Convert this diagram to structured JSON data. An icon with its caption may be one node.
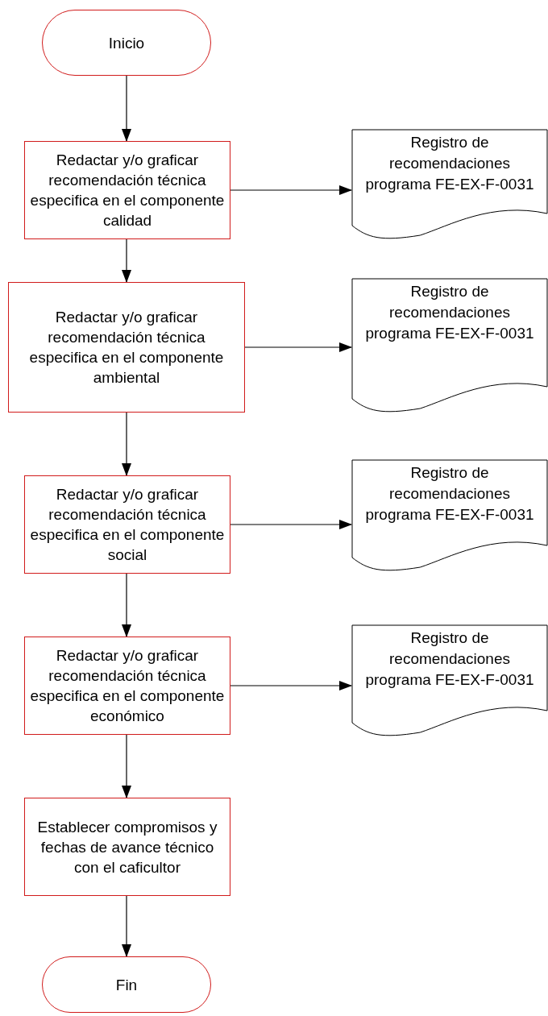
{
  "diagram": {
    "nodes": [
      {
        "text": [
          "Inicio"
        ]
      },
      {
        "text": [
          "Redactar y/o graficar recomendación técnica especifica en el componente calidad"
        ]
      },
      {
        "text": [
          "Registro de recomendaciones programa FE-EX-F-0031"
        ]
      },
      {
        "text": [
          "Redactar y/o graficar recomendación técnica especifica en el componente ambiental"
        ]
      },
      {
        "text": [
          "Registro de recomendaciones programa FE-EX-F-0031"
        ]
      },
      {
        "text": [
          "Redactar y/o graficar recomendación técnica especifica en el componente social"
        ]
      },
      {
        "text": [
          "Registro de recomendaciones programa FE-EX-F-0031"
        ]
      },
      {
        "text": [
          "Redactar y/o graficar recomendación técnica especifica en el componente económico"
        ]
      },
      {
        "text": [
          "Registro de recomendaciones programa FE-EX-F-0031"
        ]
      },
      {
        "text": [
          "Establecer compromisos y fechas de avance técnico con el caficultor"
        ]
      },
      {
        "text": [
          "Fin"
        ]
      }
    ],
    "edges": [
      {
        "from": 0,
        "to": 1,
        "arrow": "to"
      },
      {
        "from": 1,
        "to": 2,
        "arrow": "to"
      },
      {
        "from": 1,
        "to": 3,
        "arrow": "to"
      },
      {
        "from": 3,
        "to": 4,
        "arrow": "to"
      },
      {
        "from": 3,
        "to": 5,
        "arrow": "to"
      },
      {
        "from": 5,
        "to": 6,
        "arrow": "to"
      },
      {
        "from": 5,
        "to": 7,
        "arrow": "to"
      },
      {
        "from": 7,
        "to": 8,
        "arrow": "to"
      },
      {
        "from": 7,
        "to": 9,
        "arrow": "to"
      },
      {
        "from": 9,
        "to": 10,
        "arrow": "to"
      }
    ]
  }
}
